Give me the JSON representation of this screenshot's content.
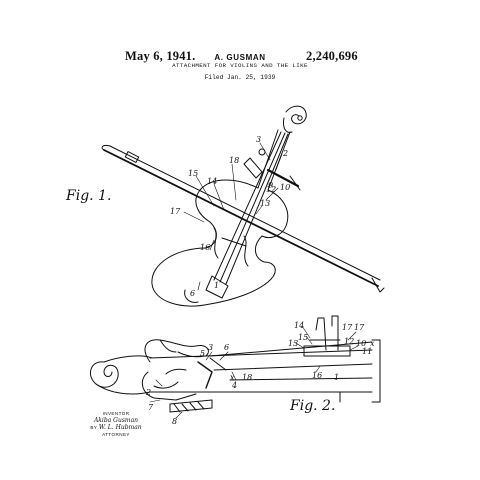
{
  "header": {
    "date": "May 6, 1941.",
    "inventor_header": "A. GUSMAN",
    "patent_number": "2,240,696",
    "title": "ATTACHMENT FOR VIOLINS AND THE LIKE",
    "filed": "Filed Jan. 25, 1939"
  },
  "figures": {
    "fig1": "Fig. 1.",
    "fig2": "Fig. 2."
  },
  "fig1_numbers": [
    "3",
    "2",
    "18",
    "15",
    "14",
    "12",
    "10",
    "9",
    "13",
    "17",
    "16",
    "1",
    "6"
  ],
  "fig2_numbers": [
    "14",
    "15",
    "17",
    "17",
    "13",
    "12",
    "10",
    "11",
    "x",
    "3",
    "6",
    "5",
    "4",
    "x",
    "18",
    "2",
    "16",
    "1",
    "7",
    "8"
  ],
  "signature": {
    "inventor_label": "INVENTOR",
    "inventor_name": "Akiba Gusman",
    "by": "BY",
    "attorney_signature": "W. L. Hubman",
    "attorney_label": "ATTORNEY"
  },
  "colors": {
    "ink": "#111111",
    "paper": "#ffffff"
  }
}
